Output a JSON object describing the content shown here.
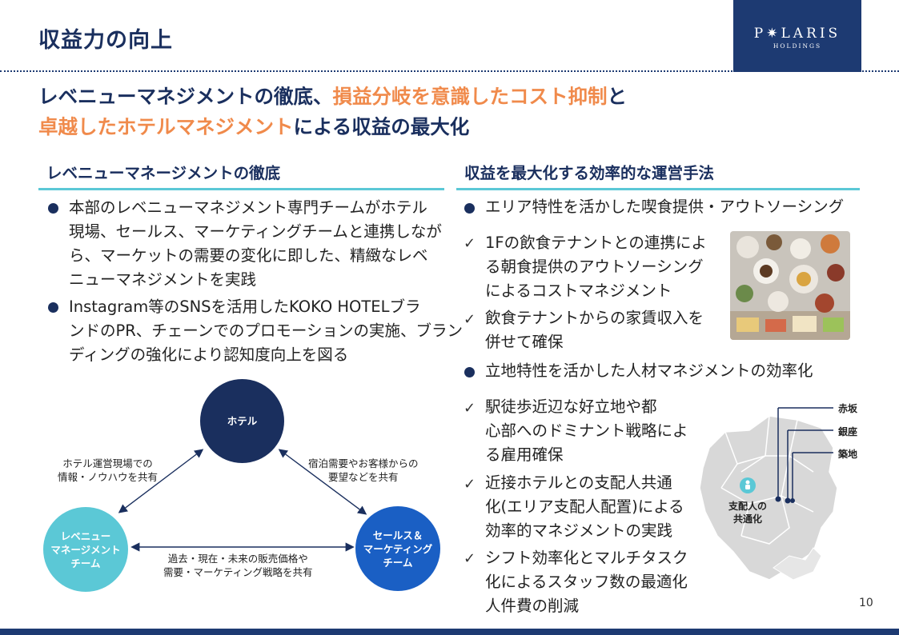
{
  "title": "収益力の向上",
  "logo": {
    "main": "P✷LARIS",
    "sub": "HOLDINGS"
  },
  "headline": {
    "l1_a": "レベニューマネジメントの徹底、",
    "l1_b": "損益分岐を意識したコスト抑制",
    "l1_c": "と",
    "l2_a": "卓越したホテルマネジメント",
    "l2_b": "による収益の最大化"
  },
  "left": {
    "heading": "レベニューマネージメントの徹底",
    "b1": [
      "本部のレベニューマネジメント専門チームがホテル",
      "現場、セールス、マーケティングチームと連携しなが",
      "ら、マーケットの需要の変化に即した、精緻なレベ",
      "ニューマネジメントを実践"
    ],
    "b2": [
      "Instagram等のSNSを活用したKOKO HOTELブラ",
      "ンドのPR、チェーンでのプロモーションの実施、ブラン",
      "ディングの強化により認知度向上を図る"
    ]
  },
  "diagram": {
    "hotel": "ホテル",
    "revenue": [
      "レベニュー",
      "マネージメント",
      "チーム"
    ],
    "sales": [
      "セールス＆",
      "マーケティング",
      "チーム"
    ],
    "left_label": [
      "ホテル運営現場での",
      "情報・ノウハウを共有"
    ],
    "right_label": [
      "宿泊需要やお客様からの",
      "要望などを共有"
    ],
    "bottom_label": [
      "過去・現在・未来の販売価格や",
      "需要・マーケティング戦略を共有"
    ]
  },
  "right": {
    "heading": "収益を最大化する効率的な運営手法",
    "b1": "エリア特性を活かした喫食提供・アウトソーシング",
    "c1": [
      "1Fの飲食テナントとの連携によ",
      "る朝食提供のアウトソーシング",
      "によるコストマネジメント"
    ],
    "c2": [
      "飲食テナントからの家賃収入を",
      "併せて確保"
    ],
    "b2": "立地特性を活かした人材マネジメントの効率化",
    "c3": [
      "駅徒歩近辺な好立地や都",
      "心部へのドミナント戦略によ",
      "る雇用確保"
    ],
    "c4": [
      "近接ホテルとの支配人共通",
      "化(エリア支配人配置)による",
      "効率的マネジメントの実践"
    ],
    "c5": [
      "シフト効率化とマルチタスク",
      "化によるスタッフ数の最適化",
      "人件費の削減"
    ]
  },
  "map": {
    "akasaka": "赤坂",
    "ginza": "銀座",
    "tsukiji": "築地",
    "manager": [
      "支配人の",
      "共通化"
    ]
  },
  "check_mark": "✓",
  "page_number": "10",
  "colors": {
    "navy": "#1a2f5e",
    "orange": "#f08a4b",
    "teal": "#5bc8d6",
    "blue": "#1a5fc4"
  }
}
